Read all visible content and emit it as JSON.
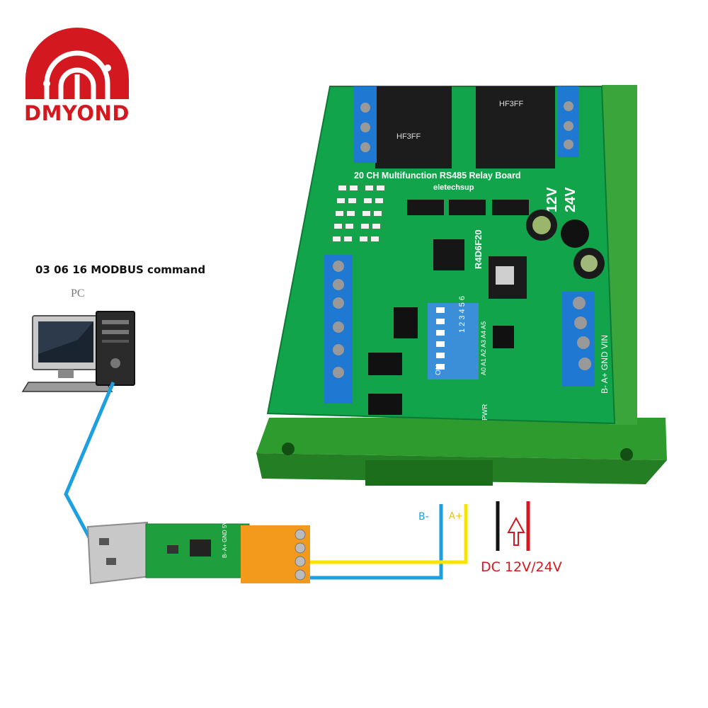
{
  "brand": {
    "name": "DMYOND",
    "color": "#d3181f"
  },
  "pc": {
    "command_label": "03 06 16 MODBUS command",
    "label": "PC"
  },
  "board": {
    "title": "20 CH Multifunction RS485 Relay Board",
    "maker": "eletechsup",
    "model": "R4D6F20",
    "voltage_12": "12V",
    "voltage_24": "24V",
    "pwr_label": "PWR",
    "dip_on": "ON",
    "dip_numbers": "1 2 3 4 5 6",
    "dip_addr": "A0 A1 A2 A3 A4 A5",
    "power_terminals": "B- A+ GND VIN",
    "relay_text": "HF3FF"
  },
  "usb_adapter": {
    "pins": "B- A+ GND 5V"
  },
  "wiring": {
    "b_minus_label": "B-",
    "a_plus_label": "A+",
    "dc_label": "DC 12V/24V",
    "colors": {
      "b_minus": "#1e9fe0",
      "a_plus": "#f7e400",
      "power_red": "#d3181f",
      "power_black": "#111111"
    }
  },
  "icons": [
    "brand-logo-icon",
    "desktop-pc-icon",
    "usb-plug-icon",
    "power-up-arrow-icon",
    "relay-icon",
    "terminal-screw-icon"
  ]
}
